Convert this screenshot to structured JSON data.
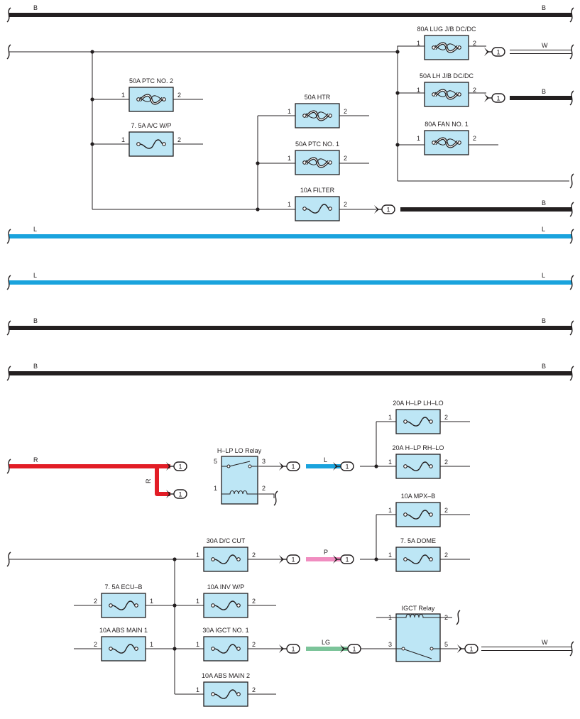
{
  "wire_colors": {
    "B": "#231f20",
    "W": "#ffffff",
    "L": "#1aa3dd",
    "R": "#e21d26",
    "P": "#f08dc0",
    "LG": "#7cc49a"
  },
  "buses": [
    {
      "left": "B",
      "right": "B",
      "color": "B"
    },
    {
      "left": "L",
      "right": "L",
      "color": "L"
    },
    {
      "left": "L",
      "right": "L",
      "color": "L"
    },
    {
      "left": "B",
      "right": "B",
      "color": "B"
    },
    {
      "left": "B",
      "right": "B",
      "color": "B"
    }
  ],
  "fuses": [
    {
      "label": "80A LUG J/B DC/DC",
      "type": "fusible",
      "pins": [
        "1",
        "2"
      ]
    },
    {
      "label": "50A LH J/B DC/DC",
      "type": "fusible",
      "pins": [
        "1",
        "2"
      ]
    },
    {
      "label": "80A FAN NO. 1",
      "type": "fusible",
      "pins": [
        "1",
        "2"
      ]
    },
    {
      "label": "50A PTC NO. 2",
      "type": "fusible",
      "pins": [
        "1",
        "2"
      ]
    },
    {
      "label": "7. 5A A/C W/P",
      "type": "fuse",
      "pins": [
        "1",
        "2"
      ]
    },
    {
      "label": "50A HTR",
      "type": "fusible",
      "pins": [
        "1",
        "2"
      ]
    },
    {
      "label": "50A PTC NO. 1",
      "type": "fusible",
      "pins": [
        "1",
        "2"
      ]
    },
    {
      "label": "10A FILTER",
      "type": "fuse",
      "pins": [
        "1",
        "2"
      ]
    },
    {
      "label": "20A H–LP LH–LO",
      "type": "fuse",
      "pins": [
        "1",
        "2"
      ]
    },
    {
      "label": "20A H–LP RH–LO",
      "type": "fuse",
      "pins": [
        "1",
        "2"
      ]
    },
    {
      "label": "10A MPX–B",
      "type": "fuse",
      "pins": [
        "1",
        "2"
      ]
    },
    {
      "label": "7. 5A DOME",
      "type": "fuse",
      "pins": [
        "1",
        "2"
      ]
    },
    {
      "label": "30A D/C CUT",
      "type": "fuse",
      "pins": [
        "1",
        "2"
      ]
    },
    {
      "label": "10A INV W/P",
      "type": "fuse",
      "pins": [
        "1",
        "2"
      ]
    },
    {
      "label": "30A IGCT NO. 1",
      "type": "fuse",
      "pins": [
        "1",
        "2"
      ]
    },
    {
      "label": "10A ABS MAIN 2",
      "type": "fuse",
      "pins": [
        "1",
        "2"
      ]
    },
    {
      "label": "7. 5A ECU–B",
      "type": "fuse",
      "pins": [
        "2",
        "1"
      ]
    },
    {
      "label": "10A ABS MAIN 1",
      "type": "fuse",
      "pins": [
        "2",
        "1"
      ]
    }
  ],
  "relays": [
    {
      "label": "H–LP LO Relay",
      "pins": [
        "5",
        "3",
        "1",
        "2"
      ]
    },
    {
      "label": "IGCT Relay",
      "pins": [
        "1",
        "2",
        "3",
        "5"
      ]
    }
  ],
  "wires": [
    {
      "label": "W"
    },
    {
      "label": "B"
    },
    {
      "label": "B"
    },
    {
      "label": "R"
    },
    {
      "label": "R"
    },
    {
      "label": "L"
    },
    {
      "label": "P"
    },
    {
      "label": "LG"
    },
    {
      "label": "W"
    }
  ],
  "connector_pin": "1"
}
